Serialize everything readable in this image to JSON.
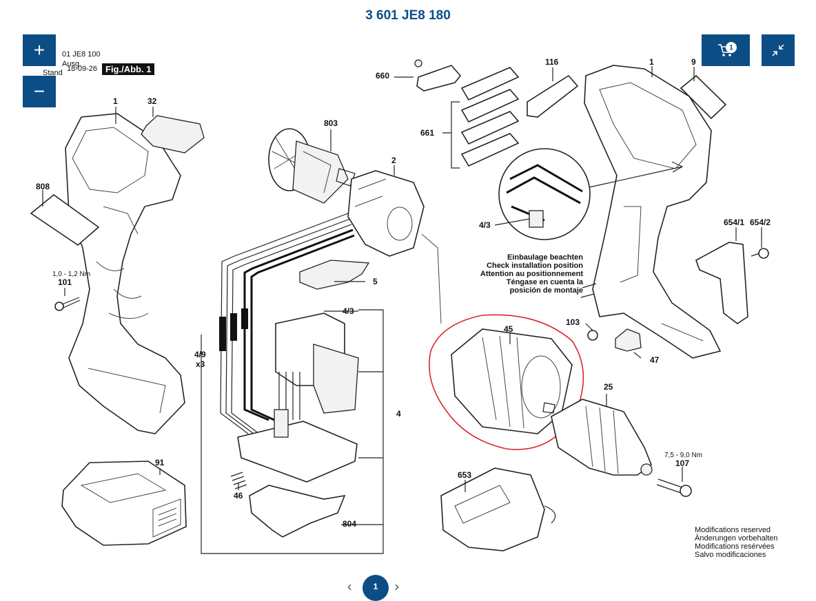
{
  "header": {
    "title": "3 601 JE8 180"
  },
  "controls": {
    "zoom_in": "+",
    "zoom_out": "−",
    "cart_count": "1"
  },
  "sheet_info": {
    "line1": "01 JE8 100",
    "line2": "Ausg.",
    "line3": "Stand",
    "date": "18-09-26",
    "figure": "Fig./Abb. 1"
  },
  "parts": [
    {
      "id": "p1a",
      "text": "1"
    },
    {
      "id": "p32",
      "text": "32"
    },
    {
      "id": "p808",
      "text": "808"
    },
    {
      "id": "p101",
      "text": "101"
    },
    {
      "id": "p91",
      "text": "91"
    },
    {
      "id": "p803",
      "text": "803"
    },
    {
      "id": "p2",
      "text": "2"
    },
    {
      "id": "p660",
      "text": "660"
    },
    {
      "id": "p661",
      "text": "661"
    },
    {
      "id": "p116",
      "text": "116"
    },
    {
      "id": "p1b",
      "text": "1"
    },
    {
      "id": "p9",
      "text": "9"
    },
    {
      "id": "p43a",
      "text": "4/3"
    },
    {
      "id": "p5",
      "text": "5"
    },
    {
      "id": "p43b",
      "text": "4/3"
    },
    {
      "id": "p49",
      "text": "4/9"
    },
    {
      "id": "px3",
      "text": "x3"
    },
    {
      "id": "p4",
      "text": "4"
    },
    {
      "id": "p46",
      "text": "46"
    },
    {
      "id": "p804",
      "text": "804"
    },
    {
      "id": "p45",
      "text": "45"
    },
    {
      "id": "p25",
      "text": "25"
    },
    {
      "id": "p103",
      "text": "103"
    },
    {
      "id": "p47",
      "text": "47"
    },
    {
      "id": "p6541",
      "text": "654/1"
    },
    {
      "id": "p6542",
      "text": "654/2"
    },
    {
      "id": "p653",
      "text": "653"
    },
    {
      "id": "p107",
      "text": "107"
    }
  ],
  "torque": {
    "t101": "1,0 - 1,2 Nm",
    "t107": "7,5 - 9,0 Nm"
  },
  "install_note": [
    "Einbaulage beachten",
    "Check installation position",
    "Attention au positionnement",
    "Téngase en cuenta la",
    "posición de montaje"
  ],
  "modifications": [
    "Modifications reserved",
    "Änderungen vorbehalten",
    "Modifications resérvées",
    "Salvo modificaciones"
  ],
  "pagination": {
    "current": "1",
    "prev": "‹",
    "next": "›"
  },
  "colors": {
    "accent": "#0c4d86",
    "title": "#0a4f8a",
    "highlight": "#d9252b"
  }
}
